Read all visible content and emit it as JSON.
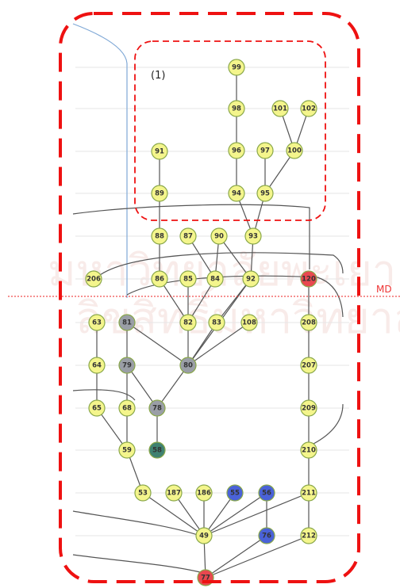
{
  "region_label": "(1)",
  "md_label": "MD",
  "watermark": {
    "line1": "มหาวิทยาลัยพะเยา",
    "line2": "ลิขสิทธิ์มหาวิทยาลัยพะเยา"
  },
  "colors": {
    "yellow": "#f4f58c",
    "red": "#e8484f",
    "gray": "#9a9ea6",
    "teal": "#3f8170",
    "blue": "#4a62d8",
    "region": "#ee1111"
  },
  "nodes": [
    {
      "id": "99",
      "color": "yellow"
    },
    {
      "id": "98",
      "color": "yellow"
    },
    {
      "id": "101",
      "color": "yellow"
    },
    {
      "id": "102",
      "color": "yellow"
    },
    {
      "id": "91",
      "color": "yellow"
    },
    {
      "id": "96",
      "color": "yellow"
    },
    {
      "id": "97",
      "color": "yellow"
    },
    {
      "id": "100",
      "color": "yellow"
    },
    {
      "id": "89",
      "color": "yellow"
    },
    {
      "id": "94",
      "color": "yellow"
    },
    {
      "id": "95",
      "color": "yellow"
    },
    {
      "id": "88",
      "color": "yellow"
    },
    {
      "id": "87",
      "color": "yellow"
    },
    {
      "id": "90",
      "color": "yellow"
    },
    {
      "id": "93",
      "color": "yellow"
    },
    {
      "id": "206",
      "color": "yellow"
    },
    {
      "id": "86",
      "color": "yellow"
    },
    {
      "id": "85",
      "color": "yellow"
    },
    {
      "id": "84",
      "color": "yellow"
    },
    {
      "id": "92",
      "color": "yellow"
    },
    {
      "id": "120",
      "color": "red"
    },
    {
      "id": "63",
      "color": "yellow"
    },
    {
      "id": "81",
      "color": "gray"
    },
    {
      "id": "82",
      "color": "yellow"
    },
    {
      "id": "83",
      "color": "yellow"
    },
    {
      "id": "108",
      "color": "yellow"
    },
    {
      "id": "208",
      "color": "yellow"
    },
    {
      "id": "64",
      "color": "yellow"
    },
    {
      "id": "79",
      "color": "gray"
    },
    {
      "id": "80",
      "color": "gray"
    },
    {
      "id": "207",
      "color": "yellow"
    },
    {
      "id": "65",
      "color": "yellow"
    },
    {
      "id": "68",
      "color": "yellow"
    },
    {
      "id": "78",
      "color": "gray"
    },
    {
      "id": "209",
      "color": "yellow"
    },
    {
      "id": "59",
      "color": "yellow"
    },
    {
      "id": "58",
      "color": "teal"
    },
    {
      "id": "210",
      "color": "yellow"
    },
    {
      "id": "53",
      "color": "yellow"
    },
    {
      "id": "187",
      "color": "yellow"
    },
    {
      "id": "186",
      "color": "yellow"
    },
    {
      "id": "55",
      "color": "blue"
    },
    {
      "id": "56",
      "color": "blue"
    },
    {
      "id": "211",
      "color": "yellow"
    },
    {
      "id": "49",
      "color": "yellow"
    },
    {
      "id": "76",
      "color": "blue"
    },
    {
      "id": "212",
      "color": "yellow"
    },
    {
      "id": "77",
      "color": "red"
    }
  ],
  "edges": [
    [
      "99",
      "98"
    ],
    [
      "98",
      "96"
    ],
    [
      "101",
      "100"
    ],
    [
      "102",
      "100"
    ],
    [
      "96",
      "94"
    ],
    [
      "97",
      "95"
    ],
    [
      "100",
      "95"
    ],
    [
      "91",
      "89"
    ],
    [
      "94",
      "93"
    ],
    [
      "95",
      "93"
    ],
    [
      "89",
      "88"
    ],
    [
      "88",
      "86"
    ],
    [
      "87",
      "84"
    ],
    [
      "90",
      "84"
    ],
    [
      "90",
      "92"
    ],
    [
      "93",
      "92"
    ],
    [
      "86",
      "82"
    ],
    [
      "85",
      "82"
    ],
    [
      "84",
      "82"
    ],
    [
      "92",
      "83"
    ],
    [
      "92",
      "80"
    ],
    [
      "81",
      "79"
    ],
    [
      "81",
      "80"
    ],
    [
      "82",
      "80"
    ],
    [
      "83",
      "80"
    ],
    [
      "108",
      "80"
    ],
    [
      "63",
      "64"
    ],
    [
      "64",
      "65"
    ],
    [
      "79",
      "68"
    ],
    [
      "79",
      "78"
    ],
    [
      "80",
      "78"
    ],
    [
      "78",
      "58"
    ],
    [
      "68",
      "59"
    ],
    [
      "65",
      "59"
    ],
    [
      "59",
      "53"
    ],
    [
      "120",
      "208"
    ],
    [
      "208",
      "207"
    ],
    [
      "207",
      "209"
    ],
    [
      "209",
      "210"
    ],
    [
      "210",
      "211"
    ],
    [
      "211",
      "212"
    ],
    [
      "53",
      "49"
    ],
    [
      "187",
      "49"
    ],
    [
      "186",
      "49"
    ],
    [
      "55",
      "49"
    ],
    [
      "56",
      "49"
    ],
    [
      "211",
      "49"
    ],
    [
      "56",
      "76"
    ],
    [
      "49",
      "77"
    ],
    [
      "76",
      "77"
    ],
    [
      "212",
      "77"
    ]
  ]
}
